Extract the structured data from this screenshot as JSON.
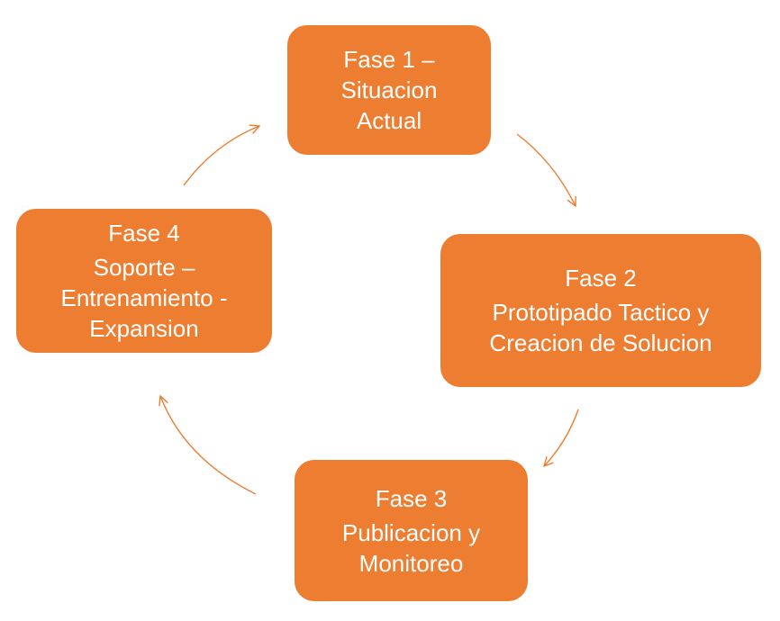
{
  "diagram": {
    "accent_color": "#ed7d31",
    "arrow_color": "#ed7d31",
    "phases": [
      {
        "title": "Fase 1 –",
        "description": "Situacion\nActual"
      },
      {
        "title": "Fase 2",
        "description": "Prototipado Tactico y\nCreacion de Solucion"
      },
      {
        "title": "Fase 3",
        "description": "Publicacion y\nMonitoreo"
      },
      {
        "title": "Fase 4",
        "description": "Soporte –\nEntrenamiento -\nExpansion"
      }
    ]
  }
}
